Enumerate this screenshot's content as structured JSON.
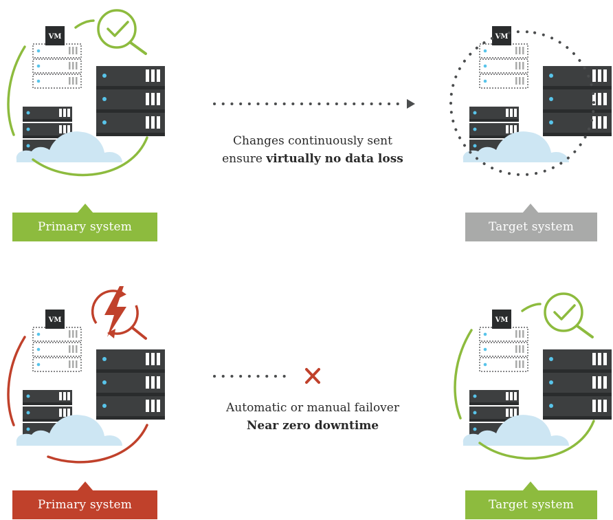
{
  "top_row": {
    "caption_line1": "Changes continuously sent",
    "caption_line2_prefix": "ensure",
    "caption_line2_bold": "virtually no data loss",
    "left_label": "Primary system",
    "right_label": "Target system"
  },
  "bottom_row": {
    "caption_line1": "Automatic or manual failover",
    "caption_line2_bold": "Near zero downtime",
    "left_label": "Primary system",
    "right_label": "Target system"
  },
  "vm_text": "VM",
  "colors": {
    "green": "#8dbb3e",
    "red": "#c0412b",
    "grey": "#a9aaa9",
    "server": "#3d3f40",
    "server_dark": "#2a2c2d",
    "led": "#58c4ea",
    "cloud": "#cde6f3",
    "dots": "#4b4d4e"
  },
  "icons": {
    "top_left_status": "check-magnifier-icon",
    "top_right_status": "dotted-circle",
    "top_arrow": "dotted-arrow-right-icon",
    "bottom_left_status": "lightning-magnifier-icon",
    "bottom_right_status": "check-magnifier-icon",
    "bottom_arrow": "dotted-line-x-icon"
  }
}
